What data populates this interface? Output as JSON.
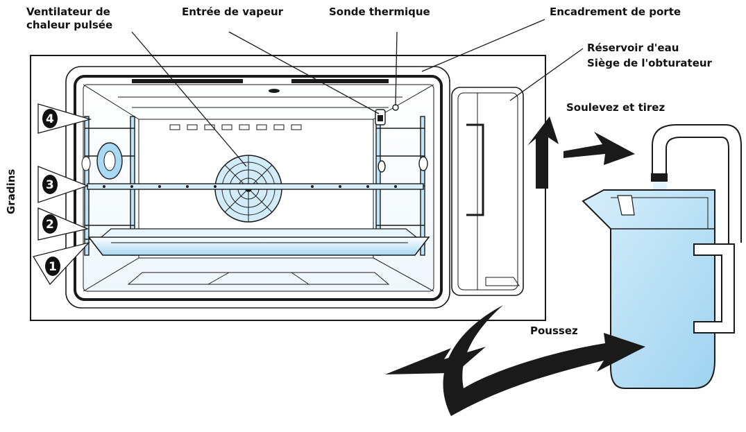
{
  "labels": {
    "fan": "Ventilateur de\nchaleur pulsée",
    "steam_inlet": "Entrée de vapeur",
    "thermal_probe": "Sonde thermique",
    "door_frame": "Encadrement de porte",
    "water_tank": "Réservoir d'eau",
    "shutter_seat": "Siège de l'obturateur",
    "lift_pull": "Soulevez et tirez",
    "push": "Poussez",
    "racks": "Gradins"
  },
  "rack_levels": [
    "1",
    "2",
    "3",
    "4"
  ],
  "colors": {
    "outline": "#1a1a1a",
    "glass_blue": "#bfe3f7",
    "glass_blue_light": "#e6f4fc",
    "arrow_fill": "#1a1a1a",
    "badge_fill": "#111111"
  }
}
